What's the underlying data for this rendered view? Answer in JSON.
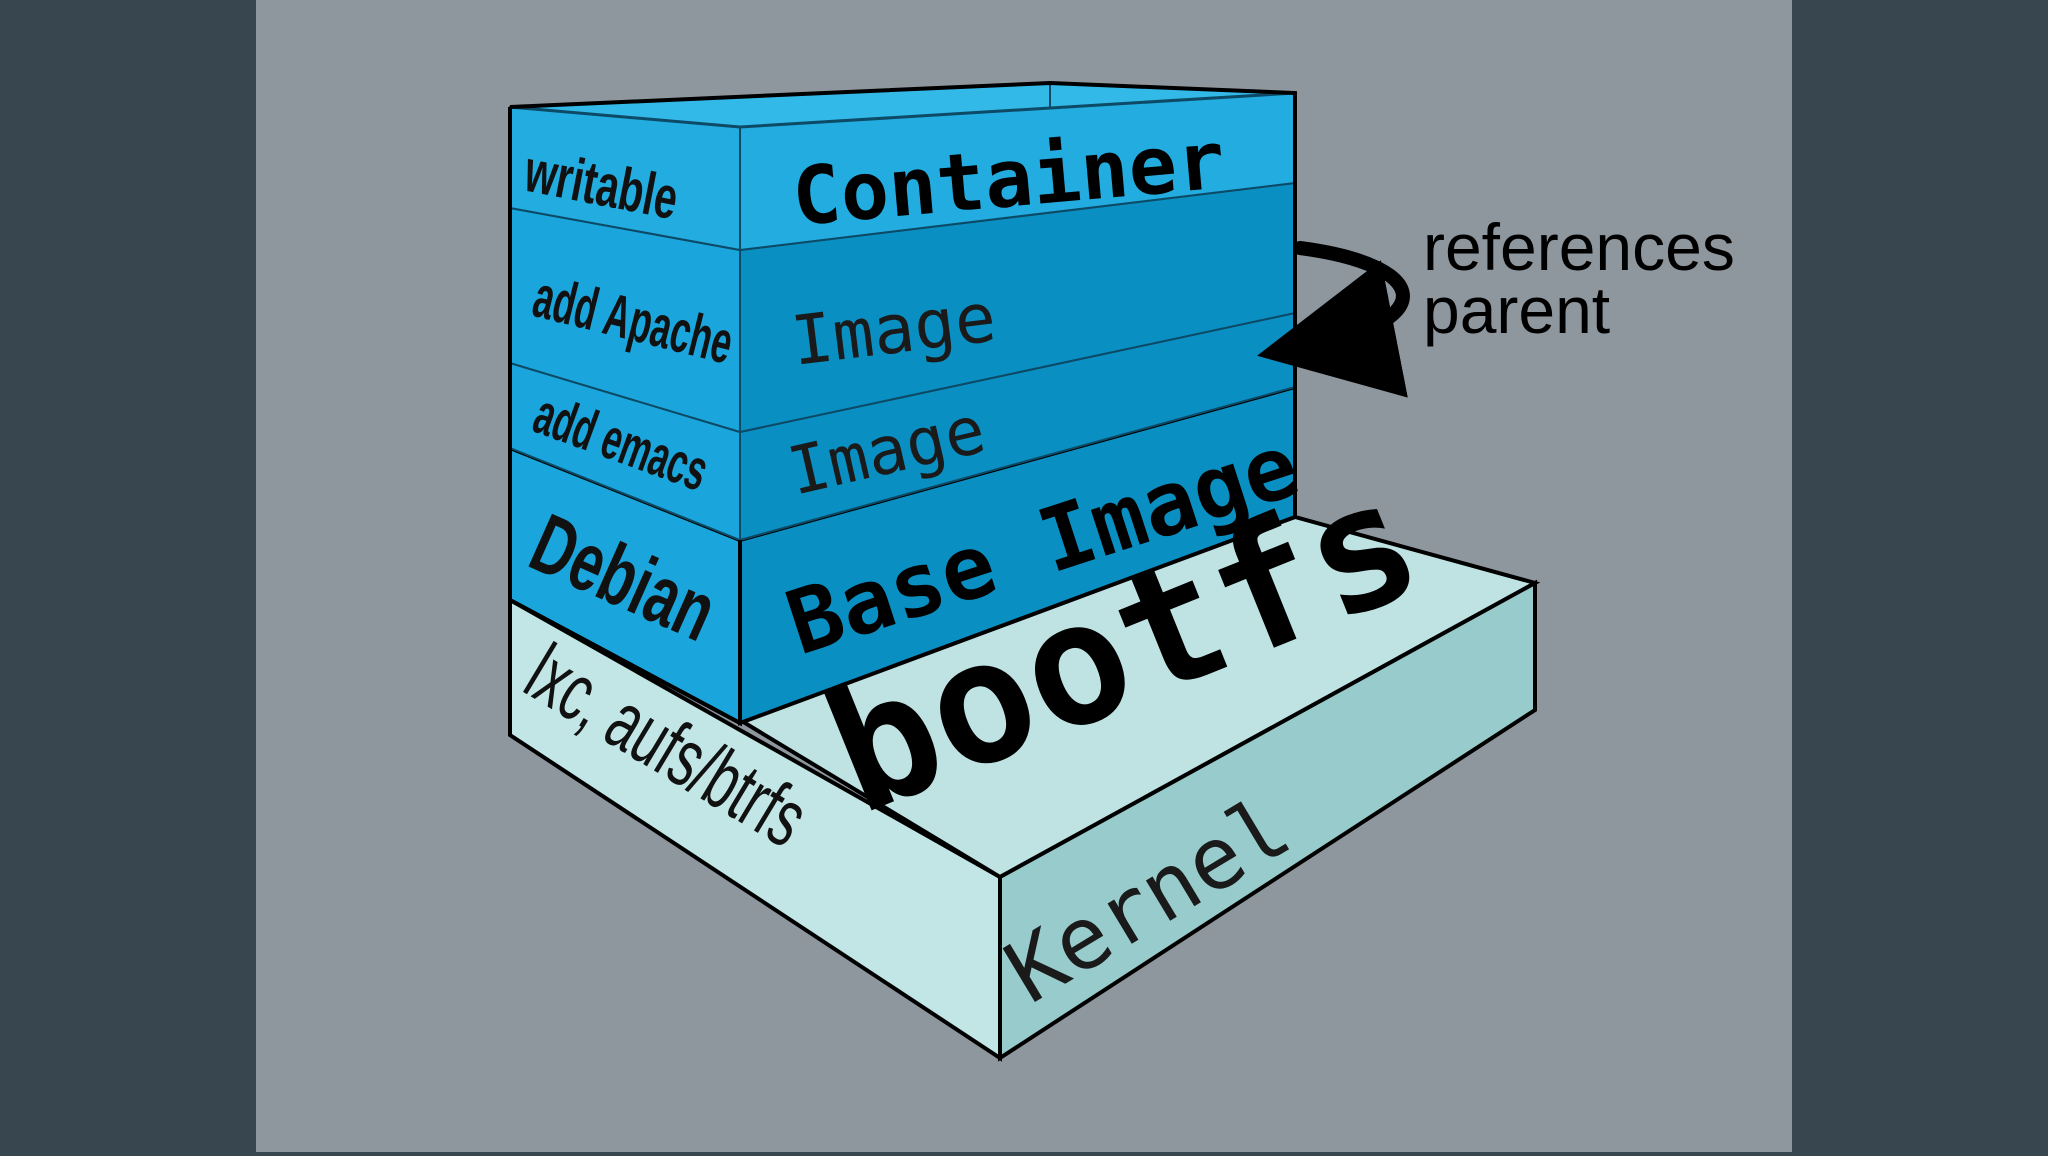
{
  "diagram": {
    "layers": {
      "container": {
        "side_label": "writable",
        "front_label": "Container"
      },
      "apache": {
        "side_label": "add Apache",
        "front_label": "Image"
      },
      "emacs": {
        "side_label": "add emacs",
        "front_label": "Image"
      },
      "debian": {
        "side_label": "Debian",
        "front_label": "Base Image"
      },
      "kernel": {
        "side_label": "lxc, aufs/btrfs",
        "front_label": "Kernel",
        "top_label": "bootfs"
      }
    },
    "annotation": {
      "line1": "references",
      "line2": "parent"
    },
    "colors": {
      "page_side_bars": "#37464f",
      "canvas": "#8f979e",
      "layer_side": "#1aa6dc",
      "layer_front": "#0a8fc2",
      "layer_top": "#25b2e4",
      "kernel_side": "#c2e6e6",
      "kernel_top": "#bfe3e3",
      "kernel_front": "#98cccc"
    }
  }
}
